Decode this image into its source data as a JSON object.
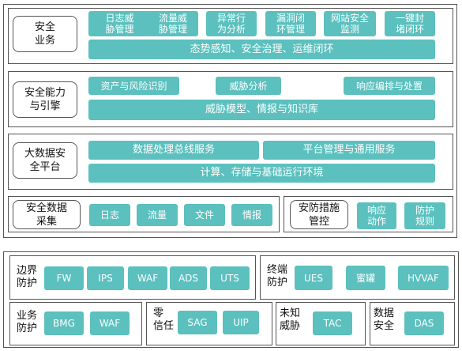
{
  "top": {
    "security_business": {
      "label": "安全\n业务",
      "items": [
        "日志威\n胁管理",
        "流量威\n胁管理",
        "异常行\n为分析",
        "漏洞闭\n环管理",
        "网站安全\n监测",
        "一键封\n堵闭环"
      ],
      "bar": "态势感知、安全治理、运维闭环"
    },
    "capability_engine": {
      "label": "安全能力\n与引擎",
      "items": [
        "资产与风险识别",
        "威胁分析",
        "响应编排与处置"
      ],
      "bar": "威胁模型、情报与知识库"
    },
    "bigdata_platform": {
      "label": "大数据安\n全平台",
      "items": [
        "数据处理总线服务",
        "平台管理与通用服务"
      ],
      "bar": "计算、存储与基础运行环境"
    },
    "data_collection": {
      "label": "安全数据\n采集",
      "items": [
        "日志",
        "流量",
        "文件",
        "情报"
      ]
    },
    "defense_control": {
      "label": "安防措施\n管控",
      "items": [
        "响应\n动作",
        "防护\n规则"
      ]
    }
  },
  "bottom": {
    "border_defense": {
      "label": "边界\n防护",
      "items": [
        "FW",
        "IPS",
        "WAF",
        "ADS",
        "UTS"
      ]
    },
    "endpoint_defense": {
      "label": "终端\n防护",
      "items": [
        "UES",
        "蜜罐",
        "HVVAF"
      ]
    },
    "business_defense": {
      "label": "业务\n防护",
      "items": [
        "BMG",
        "WAF"
      ]
    },
    "zero_trust": {
      "label": "零\n信任",
      "items": [
        "SAG",
        "UIP"
      ]
    },
    "unknown_threat": {
      "label": "未知\n威胁",
      "items": [
        "TAC"
      ]
    },
    "data_security": {
      "label": "数据\n安全",
      "items": [
        "DAS"
      ]
    }
  },
  "colors": {
    "teal": "#5bc0be",
    "border": "#555555"
  }
}
